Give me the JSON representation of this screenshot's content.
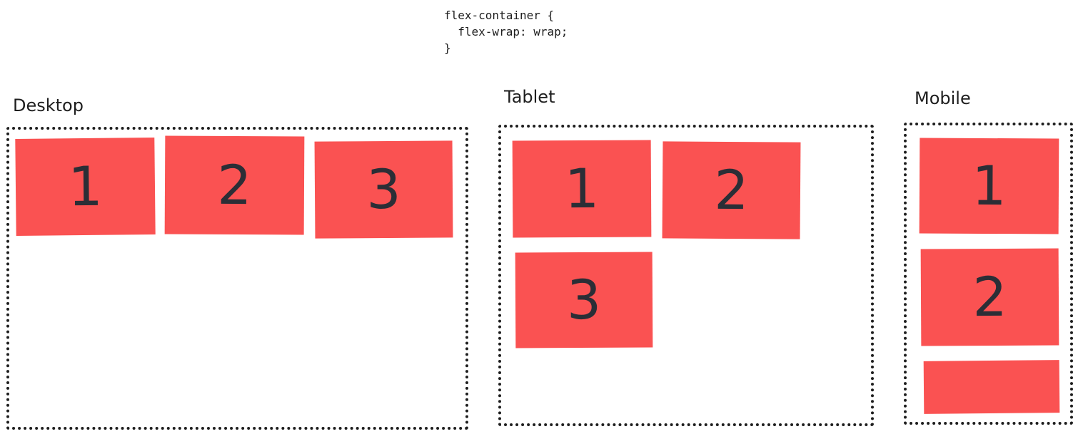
{
  "code_snippet": "flex-container {\n  flex-wrap: wrap;\n}",
  "colors": {
    "item_fill": "#fa5252",
    "item_text": "#2b2e36",
    "frame_stroke": "#1e1e1e"
  },
  "panels": {
    "desktop": {
      "label": "Desktop",
      "items": [
        "1",
        "2",
        "3"
      ]
    },
    "tablet": {
      "label": "Tablet",
      "items": [
        "1",
        "2",
        "3"
      ]
    },
    "mobile": {
      "label": "Mobile",
      "items": [
        "1",
        "2",
        ""
      ]
    }
  }
}
